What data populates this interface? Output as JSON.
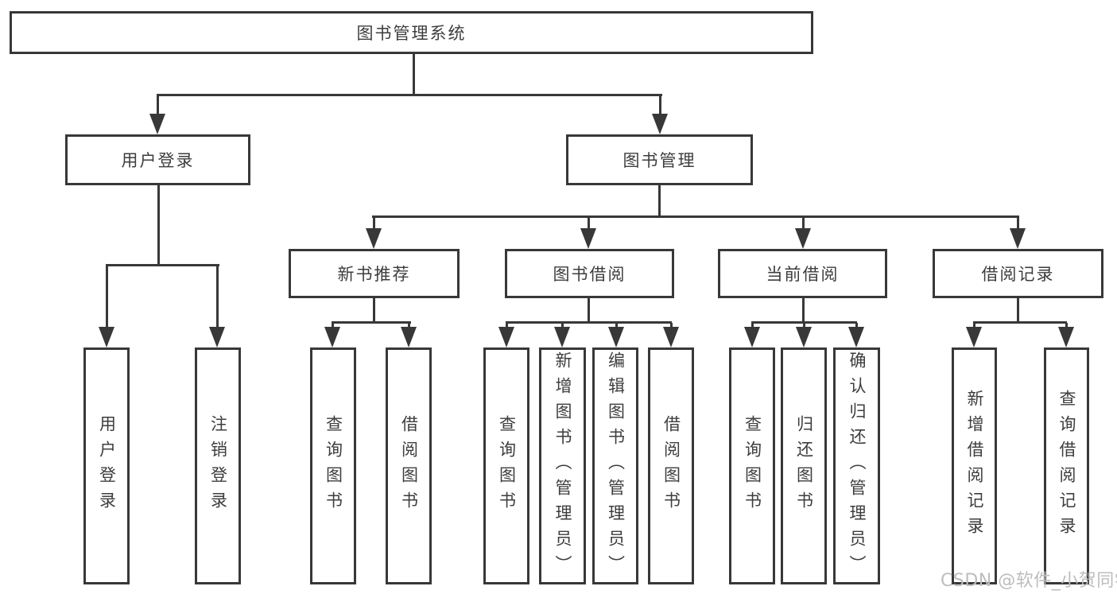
{
  "diagram": {
    "title": "图书管理系统",
    "nodes": {
      "root": "图书管理系统",
      "user_login": "用户登录",
      "book_mgmt": "图书管理",
      "new_books": "新书推荐",
      "book_borrow": "图书借阅",
      "current_borrow": "当前借阅",
      "borrow_records": "借阅记录"
    },
    "leaves": {
      "user_login": "用户登录",
      "logout": "注销登录",
      "nb_query_books": "查询图书",
      "nb_borrow_books": "借阅图书",
      "bb_query_books": "查询图书",
      "bb_add_books_admin": "新增图书（管理员）",
      "bb_edit_books_admin": "编辑图书（管理员）",
      "bb_borrow_books": "借阅图书",
      "cb_query_books": "查询图书",
      "cb_return_books": "归还图书",
      "cb_confirm_return_admin": "确认归还（管理员）",
      "br_add_record": "新增借阅记录",
      "br_query_record": "查询借阅记录"
    },
    "colors": {
      "line": "#383838",
      "text": "#3d3d3d",
      "box_fill": "#ffffff",
      "watermark": "#bdbdbd"
    }
  },
  "watermark": "CSDN @软件_小贺同学"
}
